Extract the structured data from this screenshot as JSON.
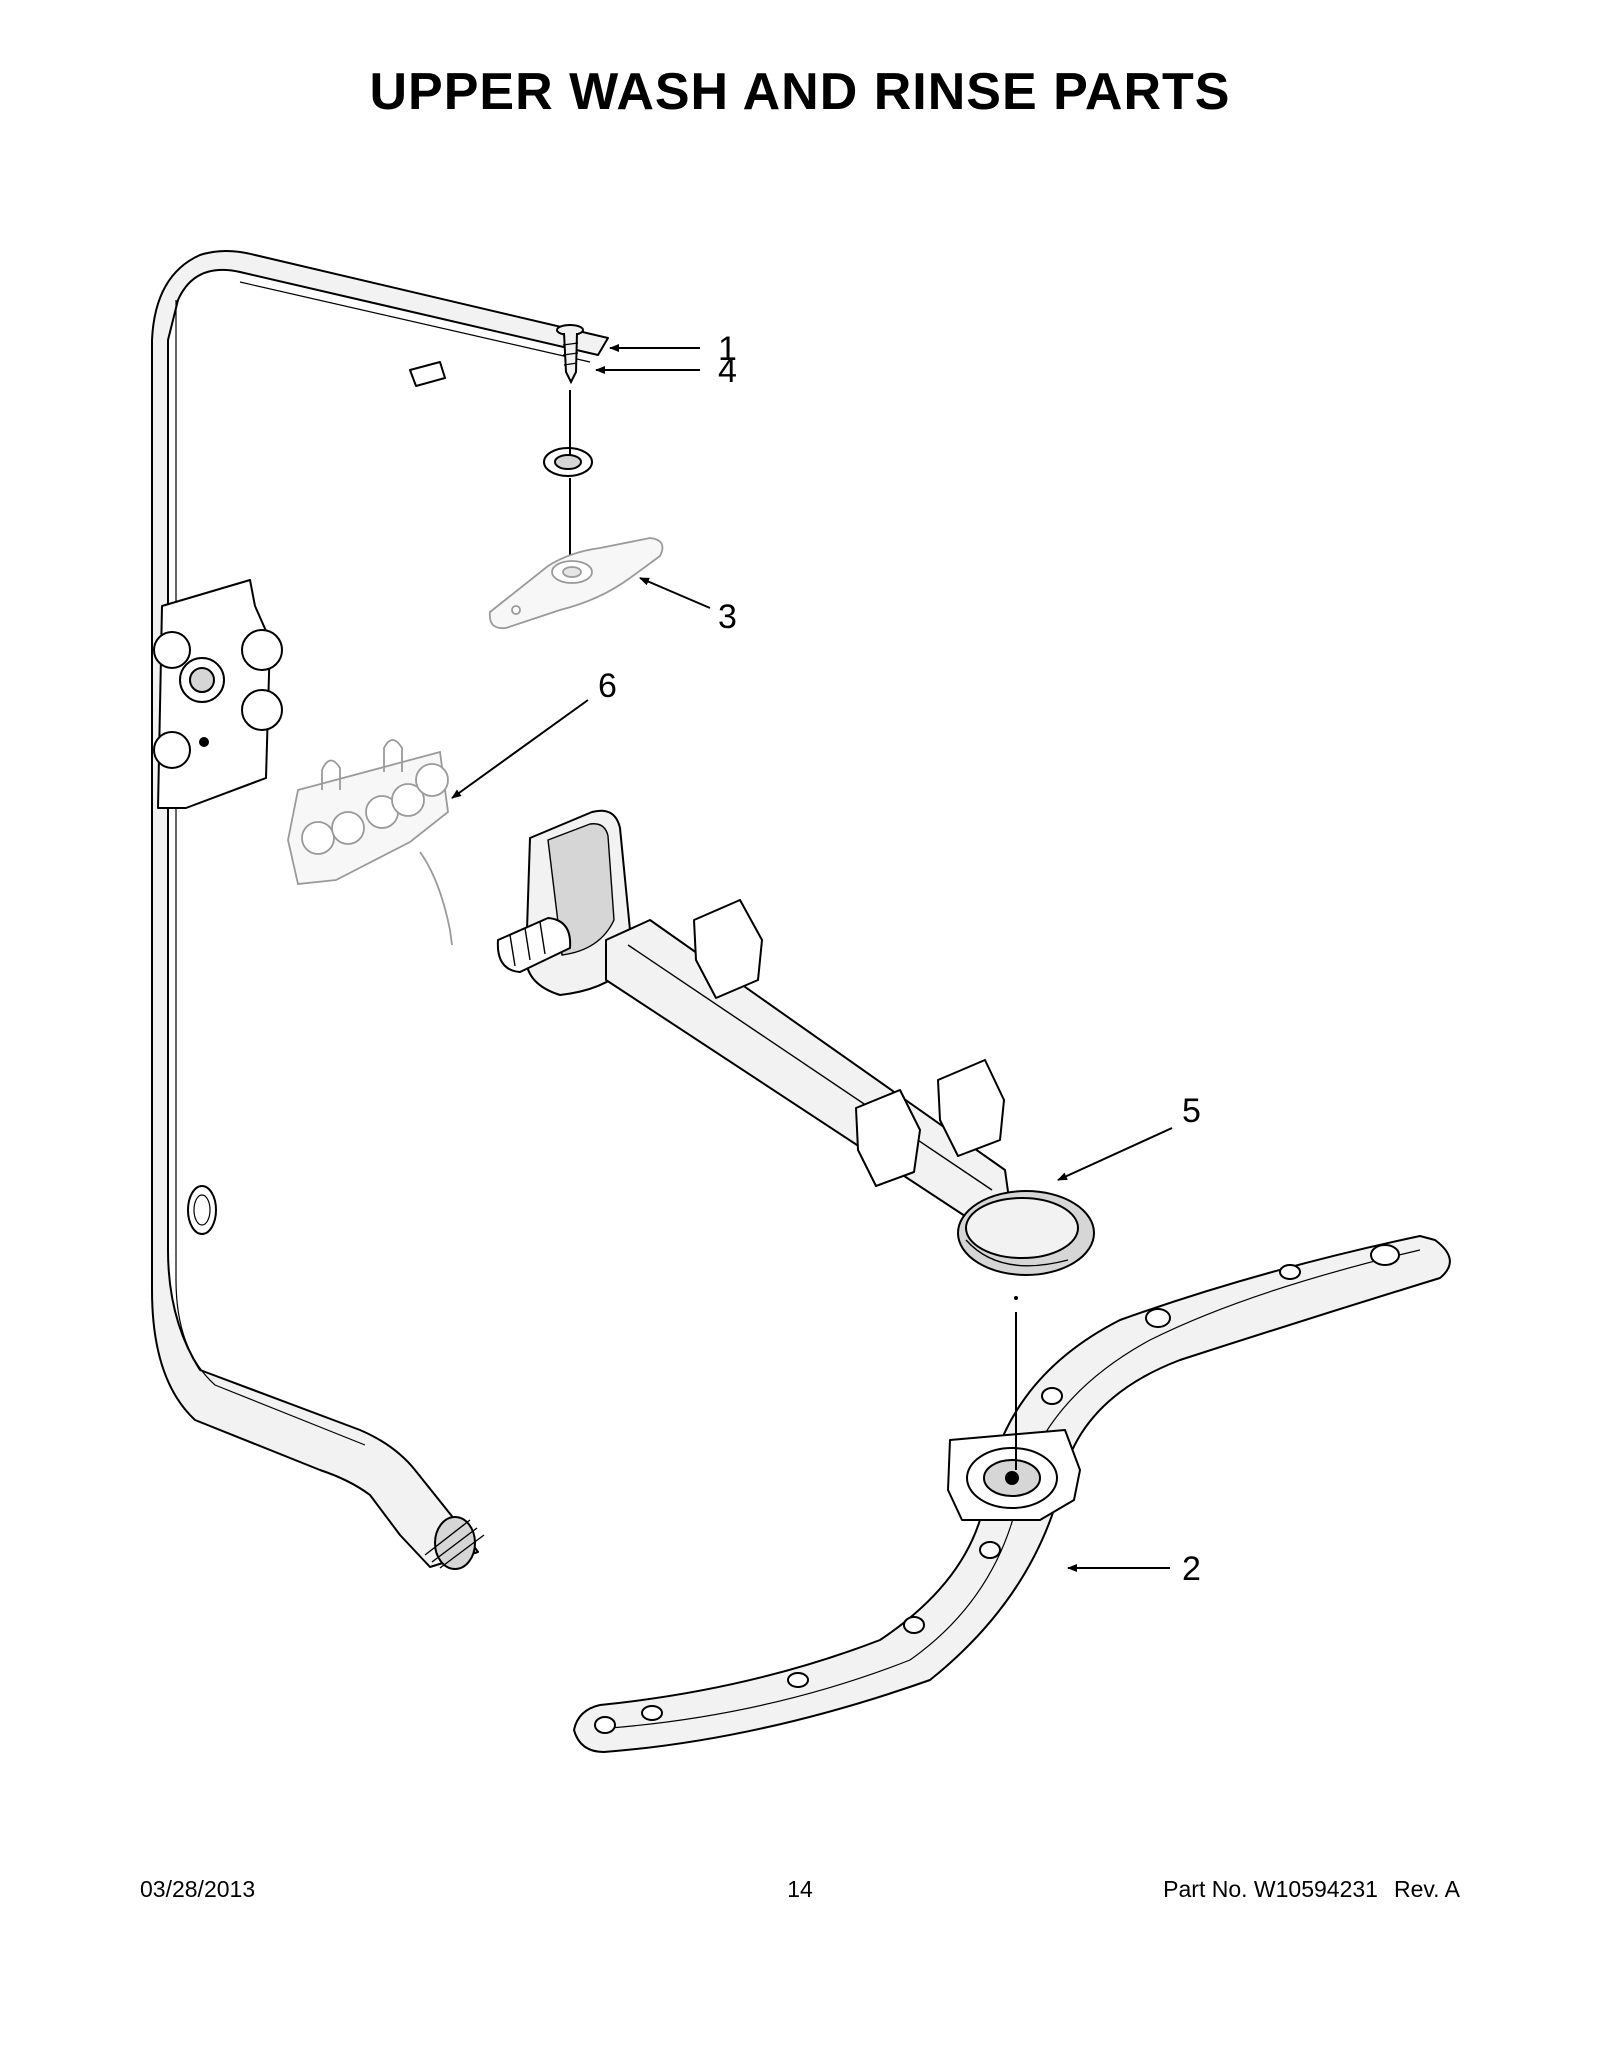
{
  "page": {
    "title": "UPPER WASH AND RINSE PARTS"
  },
  "callouts": {
    "c1": "1",
    "c2": "2",
    "c3": "3",
    "c4": "4",
    "c5": "5",
    "c6": "6"
  },
  "footer": {
    "date": "03/28/2013",
    "page_number": "14",
    "part_no": "Part No.  W10594231",
    "revision": "Rev.  A"
  },
  "colors": {
    "line": "#000000",
    "part_fill": "#f2f2f2",
    "part_fill_dark": "#d6d6d6",
    "faded_line": "#9a9a9a"
  }
}
